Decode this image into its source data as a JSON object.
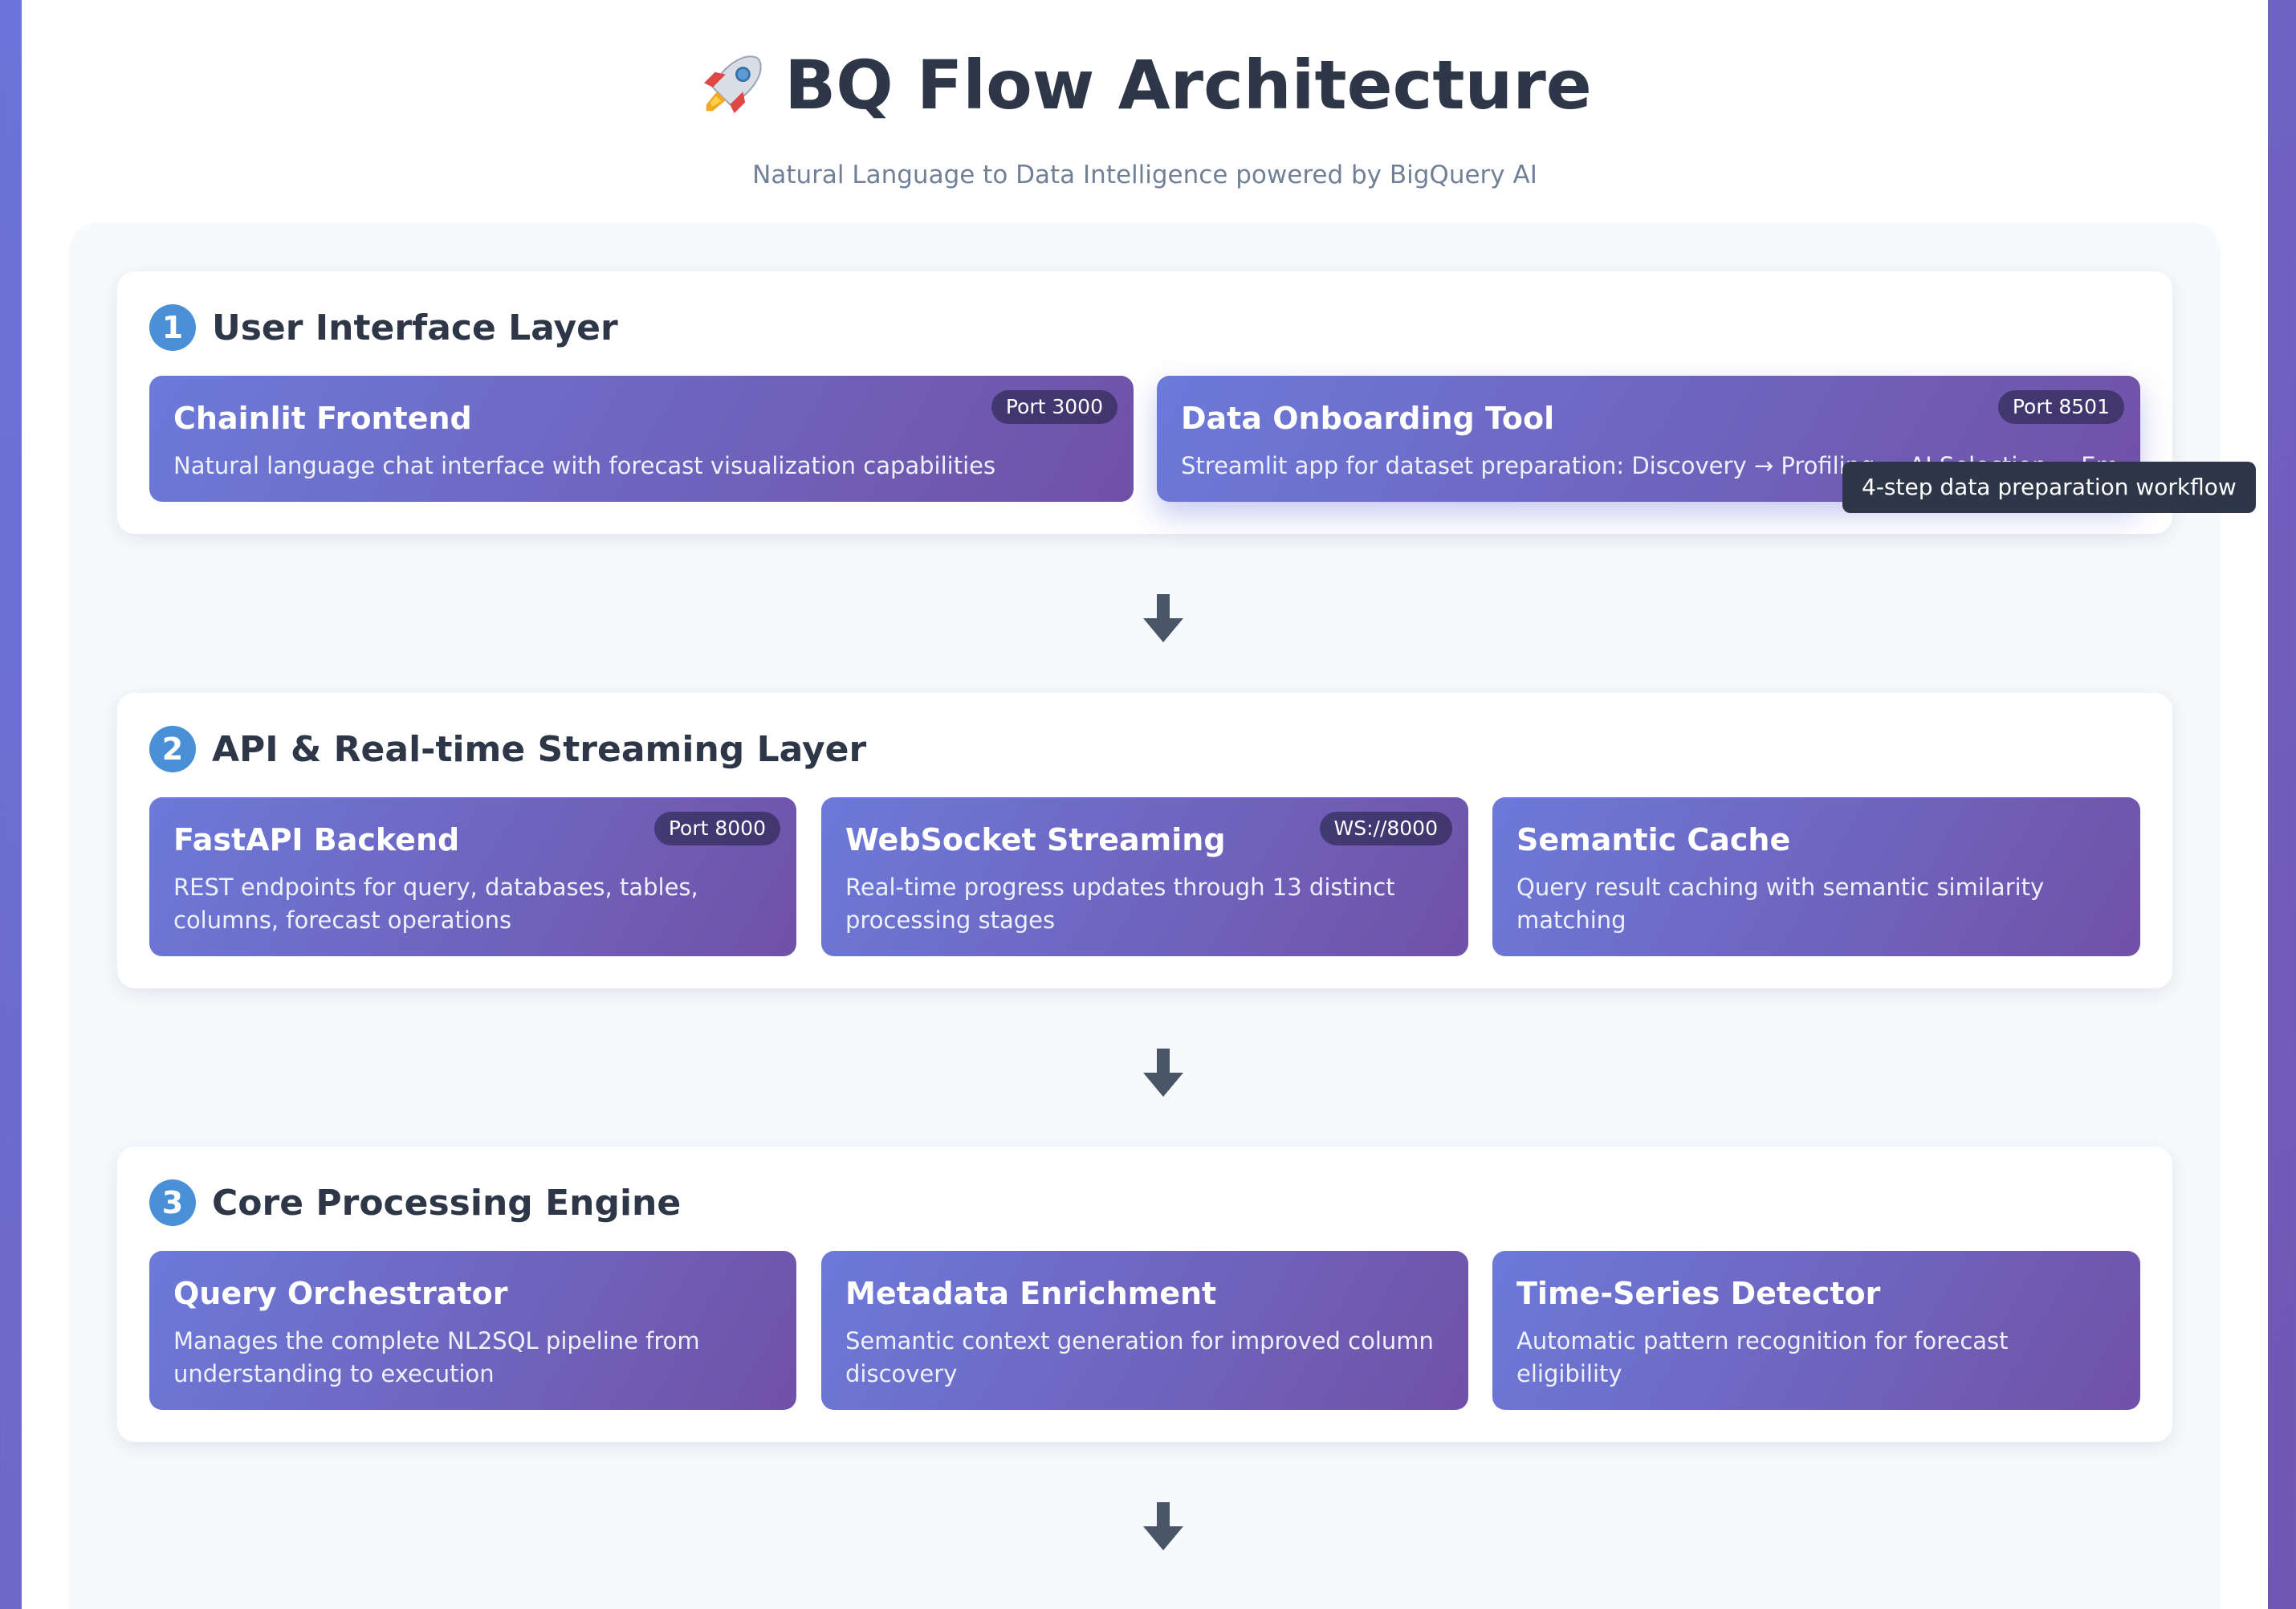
{
  "header": {
    "title": "BQ Flow Architecture",
    "subtitle": "Natural Language to Data Intelligence powered by BigQuery AI"
  },
  "icons": {
    "title_icon": "rocket-icon",
    "flow_arrow": "arrow-down-icon"
  },
  "colors": {
    "page_background": "#6b74d8",
    "card_gradient_start": "#6c7ad9",
    "card_gradient_end": "#7151a7",
    "layer_number_badge": "#4a90d9",
    "tooltip_background": "#2d3748"
  },
  "layers": [
    {
      "number": "1",
      "title": "User Interface Layer",
      "cards": [
        {
          "title": "Chainlit Frontend",
          "description": "Natural language chat interface with forecast visualization capabilities",
          "badge": "Port 3000"
        },
        {
          "title": "Data Onboarding Tool",
          "description": "Streamlit app for dataset preparation: Discovery → Profiling → AI Selection → Embedding",
          "badge": "Port 8501",
          "tooltip": "4-step data preparation workflow"
        }
      ]
    },
    {
      "number": "2",
      "title": "API & Real-time Streaming Layer",
      "cards": [
        {
          "title": "FastAPI Backend",
          "description": "REST endpoints for query, databases, tables, columns, forecast operations",
          "badge": "Port 8000"
        },
        {
          "title": "WebSocket Streaming",
          "description": "Real-time progress updates through 13 distinct processing stages",
          "badge": "WS://8000"
        },
        {
          "title": "Semantic Cache",
          "description": "Query result caching with semantic similarity matching"
        }
      ]
    },
    {
      "number": "3",
      "title": "Core Processing Engine",
      "cards": [
        {
          "title": "Query Orchestrator",
          "description": "Manages the complete NL2SQL pipeline from understanding to execution"
        },
        {
          "title": "Metadata Enrichment",
          "description": "Semantic context generation for improved column discovery"
        },
        {
          "title": "Time-Series Detector",
          "description": "Automatic pattern recognition for forecast eligibility"
        }
      ]
    }
  ]
}
